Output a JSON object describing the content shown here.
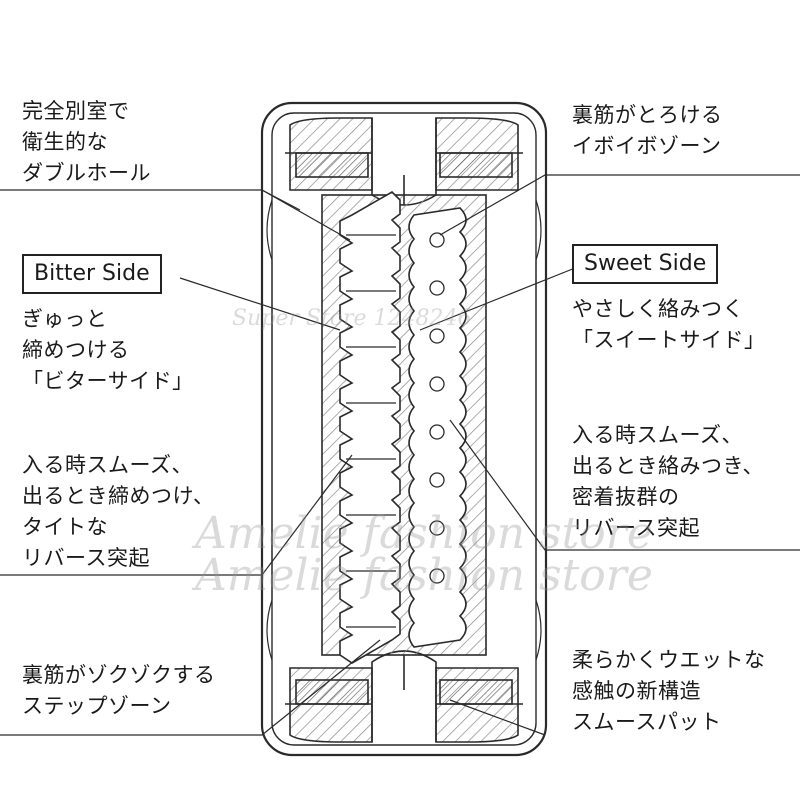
{
  "labels": {
    "top_left": [
      "完全別室で",
      "衛生的な",
      "ダブルホール"
    ],
    "top_right": [
      "裏筋がとろける",
      "イボイボゾーン"
    ],
    "bitter_desc": [
      "ぎゅっと",
      "締めつける",
      "「ビターサイド」"
    ],
    "sweet_desc": [
      "やさしく絡みつく",
      "「スイートサイド」"
    ],
    "mid_left": [
      "入る時スムーズ、",
      "出るとき締めつけ、",
      "タイトな",
      "リバース突起"
    ],
    "mid_right": [
      "入る時スムーズ、",
      "出るとき絡みつき、",
      "密着抜群の",
      "リバース突起"
    ],
    "bottom_left": [
      "裏筋がゾクゾクする",
      "ステップゾーン"
    ],
    "bottom_right": [
      "柔らかくウエットな",
      "感触の新構造",
      "スムースパット"
    ]
  },
  "boxes": {
    "bitter": "Bitter Side",
    "sweet": "Sweet Side"
  },
  "watermarks": {
    "small": "Super Store 1248246",
    "large1": "Amelie fashion store",
    "large2": "Amelie fashion store"
  },
  "colors": {
    "line": "#2a2a2a",
    "hatch": "#8a8a8a",
    "background": "#ffffff"
  }
}
